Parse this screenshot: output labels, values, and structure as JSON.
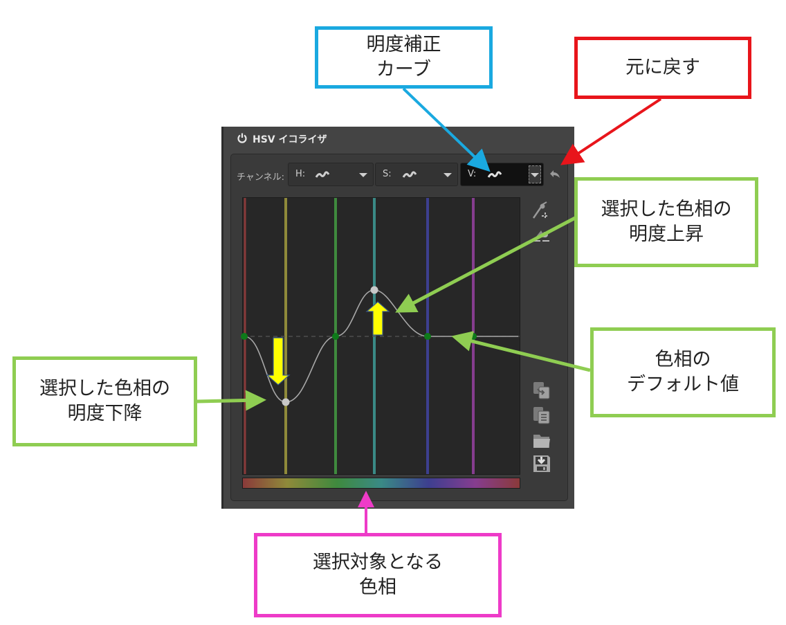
{
  "panel": {
    "title": "HSV イコライザ",
    "power_icon": "power-icon",
    "channel_label": "チャンネル:",
    "channels": [
      {
        "label": "H:",
        "curve_icon": "curve-icon",
        "active": false
      },
      {
        "label": "S:",
        "curve_icon": "curve-icon",
        "active": false
      },
      {
        "label": "V:",
        "curve_icon": "curve-icon",
        "active": true
      }
    ],
    "undo_icon": "undo-icon",
    "tools": [
      {
        "name": "add-point-tool",
        "icon": "pen-add-point-icon"
      },
      {
        "name": "reset-point-tool",
        "icon": "flatten-icon"
      },
      {
        "name": "copy-button",
        "icon": "copy-icon"
      },
      {
        "name": "paste-button",
        "icon": "paste-icon"
      },
      {
        "name": "open-button",
        "icon": "folder-icon"
      },
      {
        "name": "save-button",
        "icon": "save-icon"
      }
    ],
    "hue_lines": [
      {
        "hue": "red",
        "color": "#8a3a3a"
      },
      {
        "hue": "yellow",
        "color": "#8f8a3a"
      },
      {
        "hue": "green",
        "color": "#3f8a3e"
      },
      {
        "hue": "cyan",
        "color": "#3a8a86"
      },
      {
        "hue": "blue",
        "color": "#3d3f8f"
      },
      {
        "hue": "magenta",
        "color": "#863d8f"
      }
    ],
    "curve_points": [
      {
        "hue": "red",
        "state": "default"
      },
      {
        "hue": "yellow",
        "state": "lowered"
      },
      {
        "hue": "green",
        "state": "default"
      },
      {
        "hue": "cyan",
        "state": "raised"
      },
      {
        "hue": "blue",
        "state": "default"
      },
      {
        "hue": "magenta",
        "state": "default"
      }
    ]
  },
  "callouts": {
    "curve": [
      "明度補正",
      "カーブ"
    ],
    "undo": [
      "元に戻す"
    ],
    "raise": [
      "選択した色相の",
      "明度上昇"
    ],
    "lower": [
      "選択した色相の",
      "明度下降"
    ],
    "default": [
      "色相の",
      "デフォルト値"
    ],
    "target": [
      "選択対象となる",
      "色相"
    ]
  },
  "colors": {
    "curve_callout": "#1aa9e0",
    "undo_callout": "#e8151b",
    "green_callout": "#8fcd52",
    "target_callout": "#ee3bc8",
    "highlight_arrow": "#ffff00"
  }
}
